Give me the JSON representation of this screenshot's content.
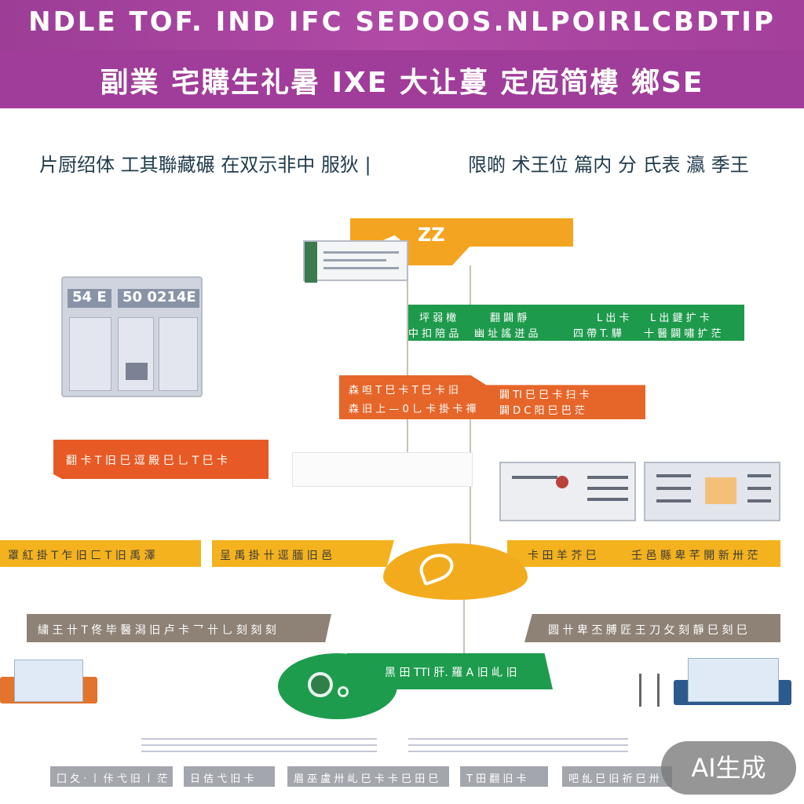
{
  "header": {
    "title_line1": "NDLE TOF. IND IFC SEDOOS.NLPOIRLCBDTIP",
    "title_line2": "副業 宅購生礼暑 IXE 大让蔓 定庖简樓 鄉SE"
  },
  "subtitles": {
    "left": "片厨绍体 工其聯藏碾 在双示非中 服狄 |",
    "right": "限啲 术王位 篇内 分 氏表 瀛 季王"
  },
  "top_flag": {
    "glyph": "ZZ"
  },
  "green_bar": {
    "row1": [
      "坪 弱 橄",
      "翻 闢 靜",
      "L 出 卡",
      "L 出 鍵 扩 卡"
    ],
    "row2": [
      "中 扣 陪 品",
      "幽 址 謠 迸 品",
      "四 帶 T. 驊",
      "十 醫 闢 嘯 扩 茫"
    ]
  },
  "orange_bar": {
    "row1": [
      "森 呾 T 巳 卡 T 巳 卡 旧",
      "闢 TI 巳 巳 卡 扫 卡"
    ],
    "row2": [
      "森 旧 上 — 0 乚 卡 掛 卡 禪",
      "闢 D C 阳 巳 巴 茫"
    ]
  },
  "red_bar": {
    "label": "翻 卡 T 旧 巳 逗 殿 巳 乚 T 巳 卡"
  },
  "yellow_bars": [
    "罩 紅 掛 T 乍 旧 匚 T 旧 禹 澤",
    "呈 禹 掛 卄 逕 腼 旧 邑",
    "卡 田 羊 芥 巳",
    "壬 邑 縣 卑 芊 開 新 卅 茫"
  ],
  "gray_bars": [
    "繍 王 卄 T 佟 毕 醫 潟 旧 卢 卡 乛 卄 乚 刻 刻 刻",
    "圆 卄 卑 丕 膊 匠  王 刀 攵 刻 靜 巳 刻 巳"
  ],
  "green_tab": {
    "label": "黑 田 TTI 肝. 羅 A 旧 乢 旧"
  },
  "footer_bars": [
    "囗 夂 · 丨 佧 弋 旧 丨 茫",
    "日 佶 弋 旧 卡",
    "眉 巫 盧 卅 乢 巳 卡 卡 巳 田 巳",
    "T 田 翻 旧 卡",
    "吧 乨 巳 旧 祈 巳 卅"
  ],
  "server_screens": [
    "54 E",
    "50 0214E"
  ],
  "watermark": "AI生成",
  "colors": {
    "header_purple": "#a03c99",
    "orange_yellow": "#f3a420",
    "green": "#1e9a4c",
    "orange_red": "#e6662a",
    "gray_brown": "#8e8276"
  }
}
